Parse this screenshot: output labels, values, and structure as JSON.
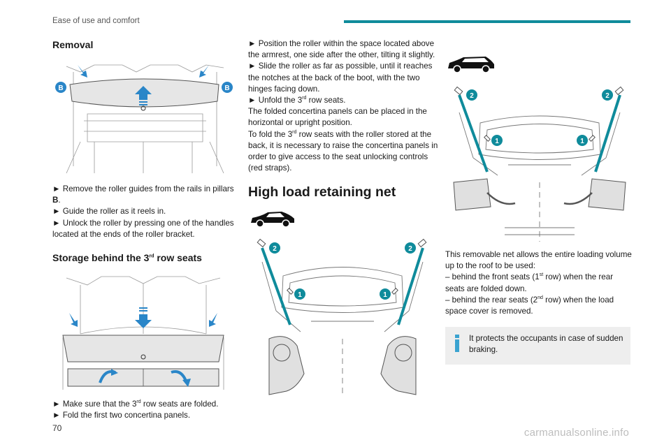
{
  "header": {
    "title": "Ease of use and comfort",
    "accent_color": "#0f8b9b"
  },
  "col1": {
    "removal_title": "Removal",
    "removal_label_b_left": "B",
    "removal_label_b_right": "B",
    "removal_steps": [
      "► Remove the roller guides from the rails in pillars ",
      "B",
      ".",
      "► Guide the roller as it reels in.",
      "► Unlock the roller by pressing one of the handles located at the ends of the roller bracket."
    ],
    "storage_title_pre": "Storage behind the 3",
    "storage_title_sup": "rd",
    "storage_title_post": " row seats",
    "storage_step1_pre": "► Make sure that the 3",
    "storage_step1_sup": "rd",
    "storage_step1_post": " row seats are folded.",
    "storage_step2": "► Fold the first two concertina panels."
  },
  "col2": {
    "p1": "► Position the roller within the space located above the armrest, one side after the other, tilting it slightly.",
    "p2": "► Slide the roller as far as possible, until it reaches the notches at the back of the boot, with the two hinges facing down.",
    "p3_pre": "► Unfold the 3",
    "p3_sup": "rd",
    "p3_post": " row seats.",
    "p4": "The folded concertina panels can be placed in the horizontal or upright position.",
    "p5_pre": "To fold the 3",
    "p5_sup": "rd",
    "p5_post": " row seats with the roller stored at the back, it is necessary to raise the concertina panels in order to give access to the seat unlocking controls (red straps).",
    "net_title": "High load retaining net",
    "fig_label_1": "1",
    "fig_label_2": "2"
  },
  "col3": {
    "fig_label_1": "1",
    "fig_label_2": "2",
    "intro": "This removable net allows the entire loading volume up to the roof to be used:",
    "b1_pre": "– behind the front seats (1",
    "b1_sup": "st",
    "b1_post": " row) when the rear seats are folded down.",
    "b2_pre": "– behind the rear seats (2",
    "b2_sup": "nd",
    "b2_post": " row) when the load space cover is removed.",
    "info_text": "It protects the occupants in case of sudden braking.",
    "info_color": "#3aa3d0"
  },
  "footer": {
    "page_number": "70",
    "watermark": "carmanualsonline.info"
  }
}
